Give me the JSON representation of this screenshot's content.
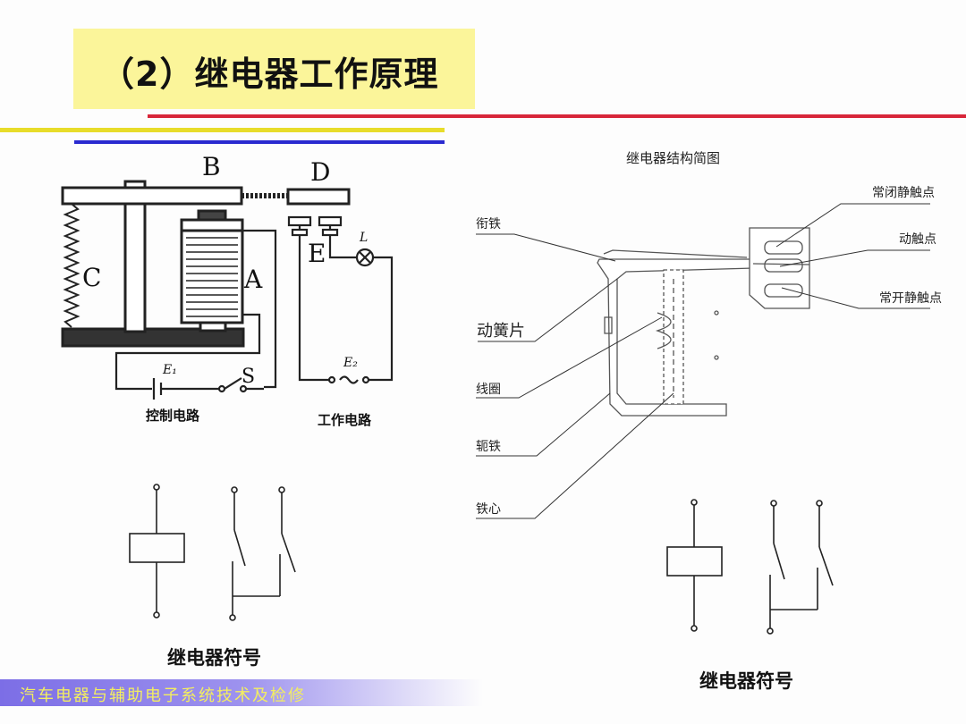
{
  "title": "（2）继电器工作原理",
  "footer": "汽车电器与辅助电子系统技术及检修",
  "left_diagram": {
    "label_B": "B",
    "label_C": "C",
    "label_D": "D",
    "label_A": "A",
    "label_E": "E",
    "label_L": "L",
    "label_S": "S",
    "label_E1": "E₁",
    "label_E2": "E₂",
    "control_circuit": "控制电路",
    "work_circuit": "工作电路"
  },
  "right_diagram": {
    "title": "继电器结构简图",
    "labels": {
      "armature": "衔铁",
      "moving_spring": "动簧片",
      "coil": "线圈",
      "yoke": "轭铁",
      "core": "铁心",
      "nc_contact": "常闭静触点",
      "moving_contact": "动触点",
      "no_contact": "常开静触点"
    }
  },
  "captions": {
    "left_symbol": "继电器符号",
    "right_symbol": "继电器符号"
  },
  "colors": {
    "title_bg": "#fbf59a",
    "line_yellow": "#e8dc2a",
    "line_red": "#d8263a",
    "line_blue": "#2a2ad0",
    "footer_bg": "#7c6ee6",
    "footer_text": "#f3ee60"
  }
}
